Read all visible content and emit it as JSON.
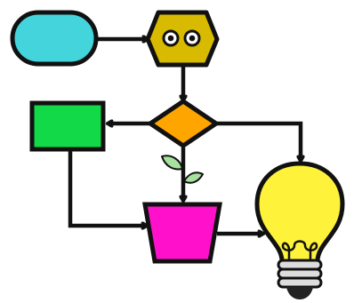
{
  "diagram": {
    "nodes": [
      {
        "id": "start",
        "shape": "pill",
        "fill": "#44D4DC"
      },
      {
        "id": "process",
        "shape": "hexagon",
        "fill": "#D8BA00",
        "has_eyes": true
      },
      {
        "id": "decision",
        "shape": "diamond",
        "fill": "#FFA500"
      },
      {
        "id": "rectangle",
        "shape": "rectangle",
        "fill": "#11D948"
      },
      {
        "id": "pot",
        "shape": "trapezoid",
        "fill": "#FF11CC"
      },
      {
        "id": "lightbulb",
        "shape": "lightbulb",
        "fill": "#FFF23A"
      }
    ],
    "edges": [
      {
        "from": "start",
        "to": "process"
      },
      {
        "from": "process",
        "to": "decision"
      },
      {
        "from": "decision",
        "to": "rectangle"
      },
      {
        "from": "decision",
        "to": "lightbulb"
      },
      {
        "from": "decision",
        "to": "pot"
      },
      {
        "from": "rectangle",
        "to": "pot"
      },
      {
        "from": "pot",
        "to": "lightbulb"
      }
    ],
    "decorations": [
      {
        "id": "sprout",
        "fill": "#A8E0A0"
      }
    ],
    "colors": {
      "stroke": "#111111",
      "bulb_base": "#DDDDDD"
    }
  }
}
